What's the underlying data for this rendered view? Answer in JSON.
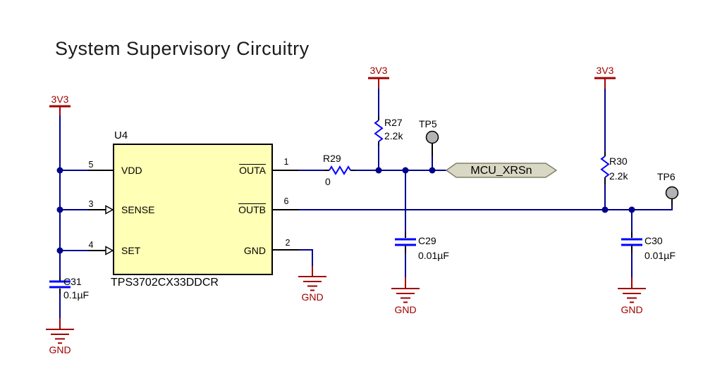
{
  "title": "System Supervisory Circuitry",
  "nets": {
    "power": "3V3",
    "ground": "GND",
    "signal_tag": "MCU_XRSn"
  },
  "ic_u4": {
    "refdes": "U4",
    "part": "TPS3702CX33DDCR",
    "pins": {
      "vdd": {
        "number": "5",
        "name": "VDD"
      },
      "sense": {
        "number": "3",
        "name": "SENSE"
      },
      "set": {
        "number": "4",
        "name": "SET"
      },
      "outa": {
        "number": "1",
        "name": "OUTA"
      },
      "outb": {
        "number": "6",
        "name": "OUTB"
      },
      "gnd": {
        "number": "2",
        "name": "GND"
      }
    }
  },
  "resistors": {
    "r27": {
      "refdes": "R27",
      "value": "2.2k"
    },
    "r29": {
      "refdes": "R29",
      "value": "0"
    },
    "r30": {
      "refdes": "R30",
      "value": "2.2k"
    }
  },
  "capacitors": {
    "c29": {
      "refdes": "C29",
      "value": "0.01µF"
    },
    "c30": {
      "refdes": "C30",
      "value": "0.01µF"
    },
    "c31": {
      "refdes": "C31",
      "value": "0.1µF"
    }
  },
  "test_points": {
    "tp5": {
      "refdes": "TP5"
    },
    "tp6": {
      "refdes": "TP6"
    }
  },
  "colors": {
    "wire": "#00008F",
    "component_blue": "#0000FF",
    "power_dark_red": "#A00000",
    "ic_fill": "#FFFFB5",
    "tag_fill": "#D8D8C4",
    "testpoint_fill": "#B3B3B3"
  }
}
